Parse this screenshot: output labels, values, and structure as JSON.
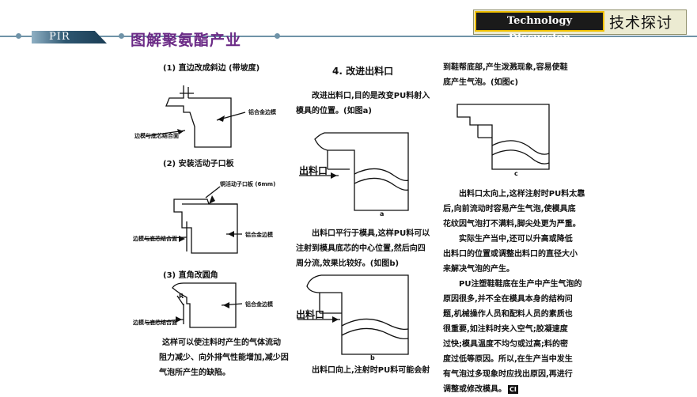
{
  "header": {
    "badge": "PIR",
    "title": "图解聚氨酯产业",
    "tag_en": "Technology Discussion",
    "tag_cn": "技术探讨"
  },
  "left": {
    "h1": "(1) 直边改成斜边 (带坡度)",
    "f1_label_right": "铝合金边模",
    "f1_label_left": "边模与底芯结合面",
    "h2": "(2) 安装活动子口板",
    "f2_label_top": "铜活动子口板 (6mm)",
    "f2_label_right": "铝合金边模",
    "f2_label_left": "边模与底芯结合面",
    "h3": "(3) 直角改圆角",
    "f3_R": "R",
    "f3_label_right": "铝合金边模",
    "f3_label_left": "边模与底芯结合面",
    "para": [
      "这样可以使注料时产生的气体流动",
      "阻力减少、向外排气性能增加,减少因",
      "气泡所产生的缺陷。"
    ]
  },
  "middle": {
    "heading": "4. 改进出料口",
    "intro": [
      "改进出料口,目的是改变PU料射入",
      "模具的位置。(如图a)"
    ],
    "out_a": "出料口",
    "cap_a": "a",
    "para": [
      "出料口平行于模具,这样PU料可以",
      "注射到模具底芯的中心位置,然后向四",
      "周分流,效果比较好。(如图b)"
    ],
    "out_b": "出料口",
    "cap_b": "b",
    "last": "出料口向上,注射时PU料可能会射"
  },
  "right": {
    "top": [
      "到鞋帮底部,产生泼溅现象,容易使鞋",
      "底产生气泡。(如图c)"
    ],
    "cap_c": "c",
    "para1": [
      "出料口太向上,这样注射时PU料太靠",
      "后,向前流动时容易产生气泡,使模具底",
      "花纹因气泡打不满料,脚尖处更为严重。"
    ],
    "para2": [
      "实际生产当中,还可以升高或降低",
      "出料口的位置或调整出料口的直径大小",
      "来解决气泡的产生。"
    ],
    "para3": [
      "PU注塑鞋鞋底在生产中产生气泡的",
      "原因很多,并不全在模具本身的结构问",
      "题,机械操作人员和配料人员的素质也",
      "很重要,如注料时夹入空气;胶凝速度",
      "过快;模具温度不均匀或过高;料的密",
      "度过低等原因。所以,在生产当中发生",
      "有气泡过多现象时应找出原因,再进行",
      "调整或修改模具。"
    ],
    "end_mark": "CI"
  }
}
